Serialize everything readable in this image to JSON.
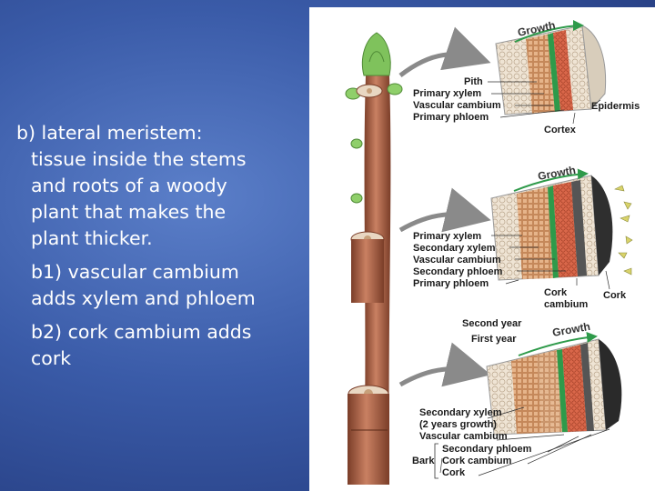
{
  "text": {
    "heading_line1": "b) lateral meristem:",
    "body_lines": [
      "tissue inside the stems",
      "and roots of a woody",
      "plant that makes the",
      "plant thicker."
    ],
    "b1_lines": [
      "b1) vascular cambium",
      "adds xylem and phloem"
    ],
    "b2_lines": [
      "b2) cork cambium adds",
      "cork"
    ]
  },
  "diagram": {
    "top": {
      "growth": "Growth",
      "labels": [
        "Pith",
        "Primary xylem",
        "Vascular cambium",
        "Primary phloem",
        "Epidermis",
        "Cortex"
      ]
    },
    "middle": {
      "growth": "Growth",
      "labels": [
        "Primary xylem",
        "Secondary xylem",
        "Vascular cambium",
        "Secondary phloem",
        "Primary phloem",
        "Cork",
        "cambium",
        "Cork"
      ]
    },
    "bottom": {
      "growth": "Growth",
      "year_labels": [
        "Second year",
        "First year"
      ],
      "labels": [
        "Secondary xylem",
        "(2 years growth)",
        "Vascular cambium",
        "Secondary phloem",
        "Cork cambium",
        "Cork",
        "Bark"
      ]
    }
  },
  "colors": {
    "stem": "#b56a4a",
    "stem_dark": "#7a3d28",
    "bud": "#8fcf6a",
    "xylem": "#e9c9a6",
    "phloem": "#d8694a",
    "cambium": "#2e9a4a",
    "cork": "#3a3a3a",
    "arrow": "#8a8a8a"
  }
}
